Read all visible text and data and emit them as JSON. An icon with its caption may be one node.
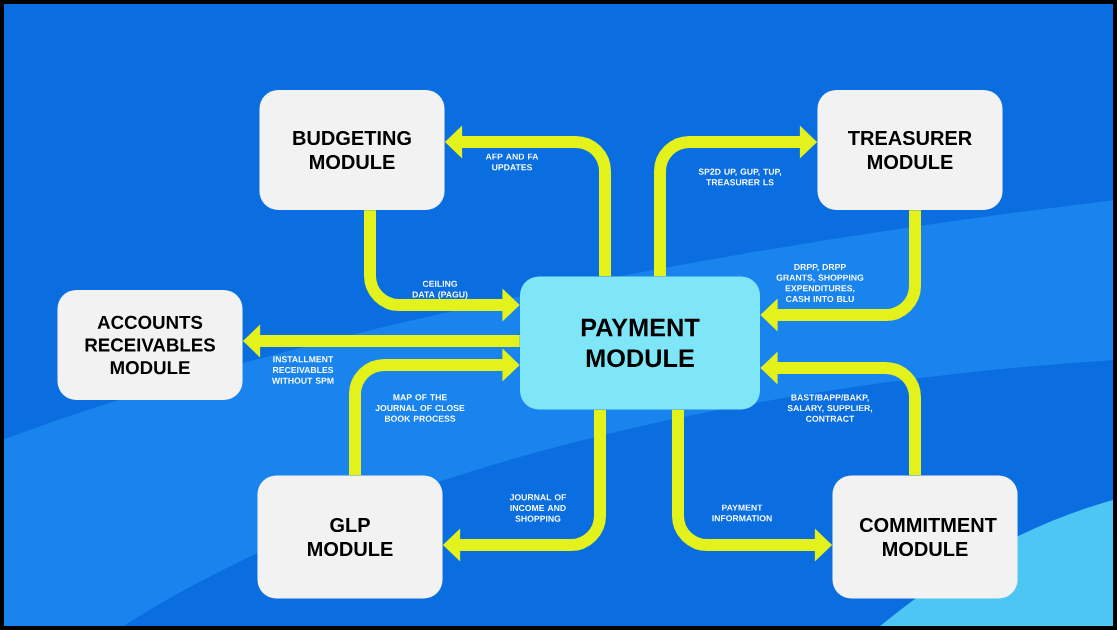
{
  "diagram": {
    "nodes": [
      {
        "text": [
          "BUDGETING MODULE"
        ]
      },
      {
        "text": [
          "TREASURER MODULE"
        ]
      },
      {
        "text": [
          "ACCOUNTS RECEIVABLES MODULE"
        ]
      },
      {
        "text": [
          "PAYMENT MODULE"
        ]
      },
      {
        "text": [
          "GLP MODULE"
        ]
      },
      {
        "text": [
          "COMMITMENT MODULE"
        ]
      }
    ],
    "edges": [
      {
        "from": 3,
        "to": 0,
        "arrow": "to",
        "label": "AFP AND FA UPDATES"
      },
      {
        "from": 3,
        "to": 1,
        "arrow": "to",
        "label": "SP2D UP, GUP, TUP, TREASURER LS"
      },
      {
        "from": 0,
        "to": 3,
        "arrow": "to",
        "label": "CEILING DATA (PAGU)"
      },
      {
        "from": 1,
        "to": 3,
        "arrow": "to",
        "label": "DRPP, DRPP GRANTS, SHOPPING EXPENDITURES, CASH INTO BLU"
      },
      {
        "from": 3,
        "to": 2,
        "arrow": "to",
        "label": "INSTALLMENT RECEIVABLES WITHOUT SPM"
      },
      {
        "from": 4,
        "to": 3,
        "arrow": "to",
        "label": "MAP OF THE JOURNAL OF CLOSE BOOK PROCESS"
      },
      {
        "from": 5,
        "to": 3,
        "arrow": "to",
        "label": "BAST/BAPP/BAKP, SALARY, SUPPLIER, CONTRACT"
      },
      {
        "from": 3,
        "to": 4,
        "arrow": "to",
        "label": "JOURNAL OF INCOME AND SHOPPING"
      },
      {
        "from": 3,
        "to": 5,
        "arrow": "to",
        "label": "PAYMENT INFORMATION"
      }
    ]
  }
}
